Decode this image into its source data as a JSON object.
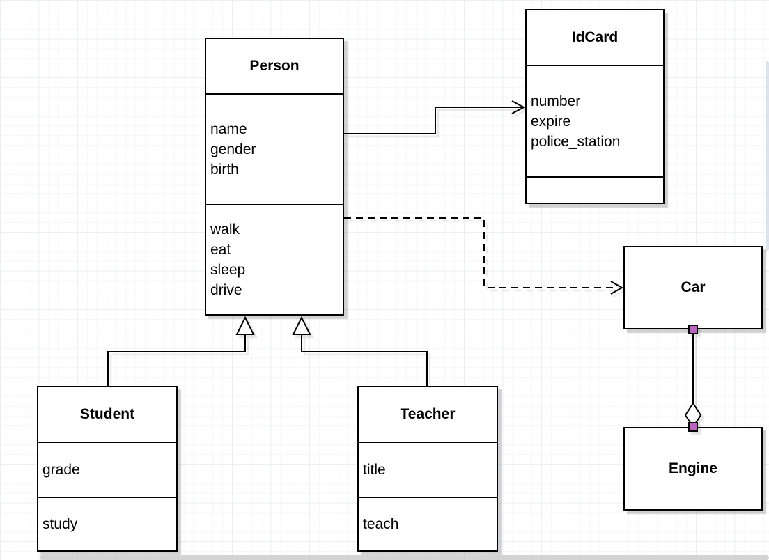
{
  "classes": {
    "person": {
      "name": "Person",
      "attributes": [
        "name",
        "gender",
        "birth"
      ],
      "methods": [
        "walk",
        "eat",
        "sleep",
        "drive"
      ]
    },
    "idcard": {
      "name": "IdCard",
      "attributes": [
        "number",
        "expire",
        "police_station"
      ],
      "methods": []
    },
    "car": {
      "name": "Car"
    },
    "engine": {
      "name": "Engine"
    },
    "student": {
      "name": "Student",
      "attributes": [
        "grade"
      ],
      "methods": [
        "study"
      ]
    },
    "teacher": {
      "name": "Teacher",
      "attributes": [
        "title"
      ],
      "methods": [
        "teach"
      ]
    }
  },
  "relationships": [
    {
      "from": "Person",
      "to": "IdCard",
      "type": "association",
      "line": "solid",
      "head": "open-arrow"
    },
    {
      "from": "Person",
      "to": "Car",
      "type": "dependency",
      "line": "dashed",
      "head": "open-arrow"
    },
    {
      "from": "Student",
      "to": "Person",
      "type": "generalization",
      "line": "solid",
      "head": "hollow-triangle"
    },
    {
      "from": "Teacher",
      "to": "Person",
      "type": "generalization",
      "line": "solid",
      "head": "hollow-triangle"
    },
    {
      "from": "Car",
      "to": "Engine",
      "type": "aggregation",
      "line": "solid",
      "head": "hollow-diamond"
    }
  ],
  "colors": {
    "stroke": "#000000",
    "box_fill": "#ffffff",
    "endpoint_marker": "#b866bd",
    "grid_minor": "#f7f7fa",
    "grid_major": "#edeff3",
    "shadow": "#c9c9c9"
  }
}
